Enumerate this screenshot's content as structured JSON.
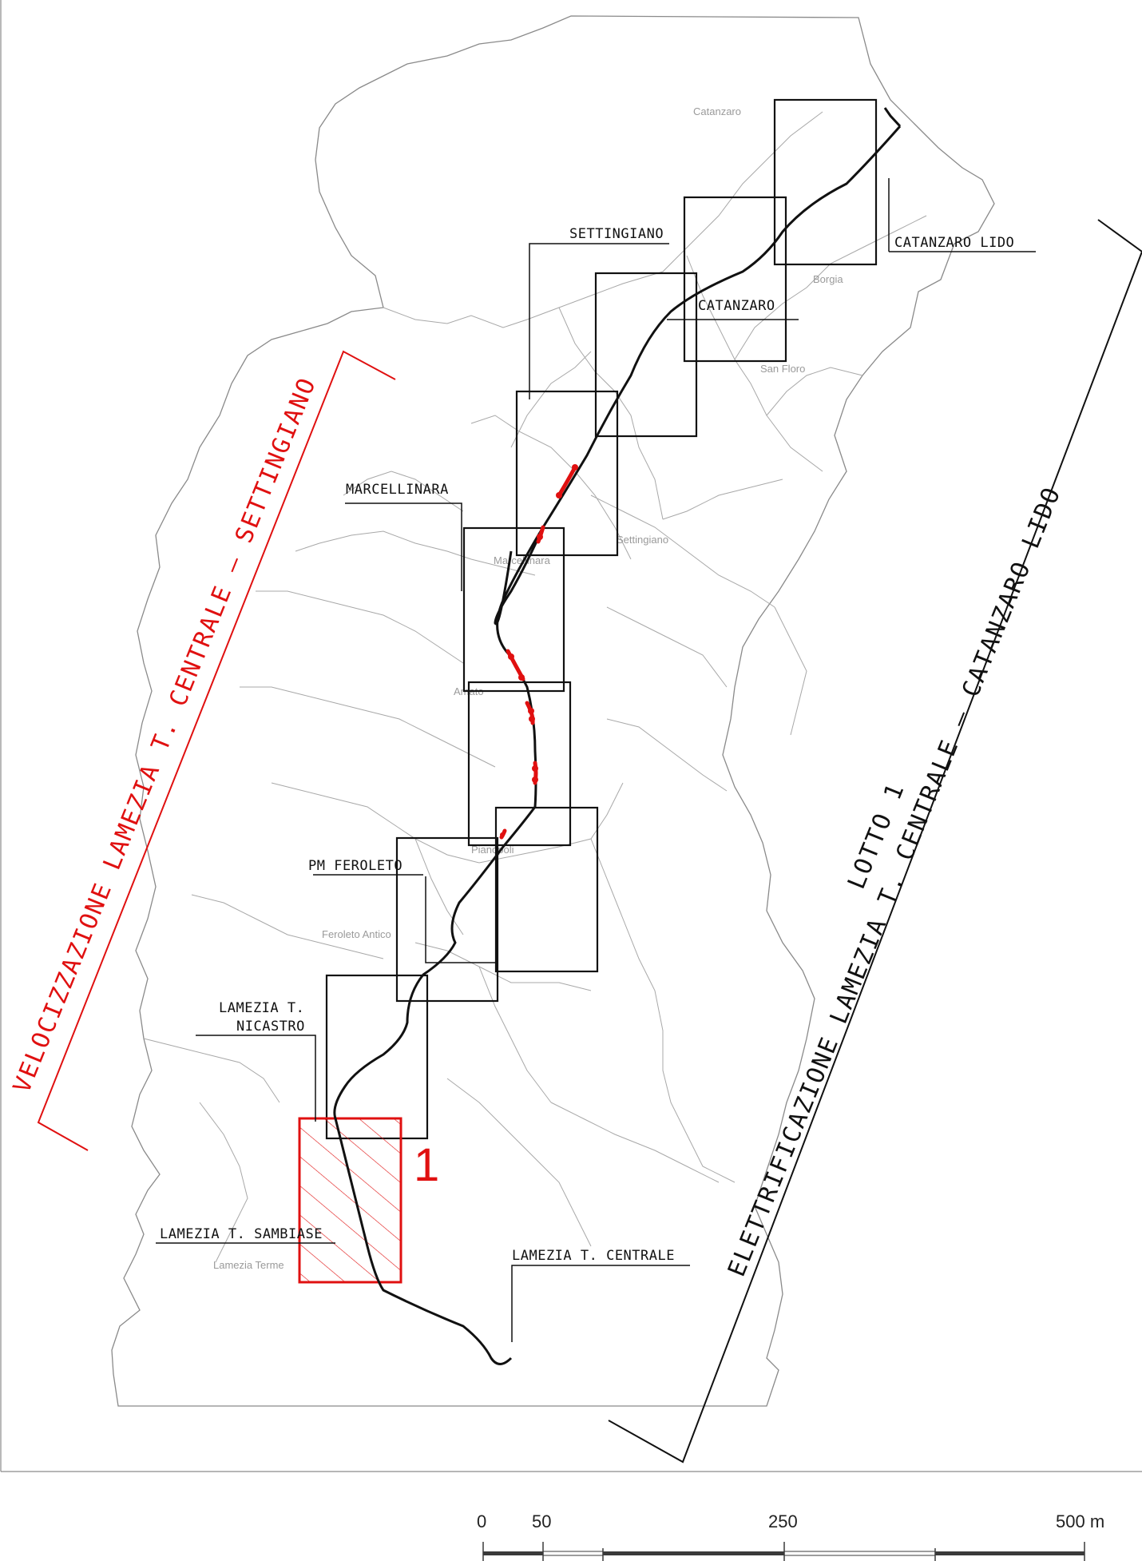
{
  "colors": {
    "red": "#e01010",
    "black": "#111111",
    "boundary": "#8a8a8a",
    "faint_text": "#9a9a9a"
  },
  "towns": {
    "catanzaro": "Catanzaro",
    "borgia": "Borgia",
    "san_floro": "San Floro",
    "settingiano": "Settingiano",
    "marcellinara": "Marcellinara",
    "amato": "Amato",
    "pianopoli": "Pianopoli",
    "feroleto_antico": "Feroleto Antico",
    "lamezia_terme": "Lamezia Terme"
  },
  "stations": {
    "catanzaro_lido": "CATANZARO LIDO",
    "settingiano": "SETTINGIANO",
    "catanzaro": "CATANZARO",
    "marcellinara": "MARCELLINARA",
    "pm_feroleto": "PM FEROLETO",
    "lamezia_nicastro_1": "LAMEZIA T.",
    "lamezia_nicastro_2": "NICASTRO",
    "lamezia_sambiase": "LAMEZIA T. SAMBIASE",
    "lamezia_centrale": "LAMEZIA T. CENTRALE"
  },
  "project_labels": {
    "velocizzazione": "VELOCIZZAZIONE LAMEZIA T. CENTRALE – SETTINGIANO",
    "lotto": "LOTTO 1",
    "elettrificazione": "ELETTRIFICAZIONE LAMEZIA T. CENTRALE – CATANZARO LIDO",
    "lot_number": "1"
  },
  "scale_bar": {
    "ticks": [
      "0",
      "50",
      "250",
      "500 m"
    ]
  }
}
